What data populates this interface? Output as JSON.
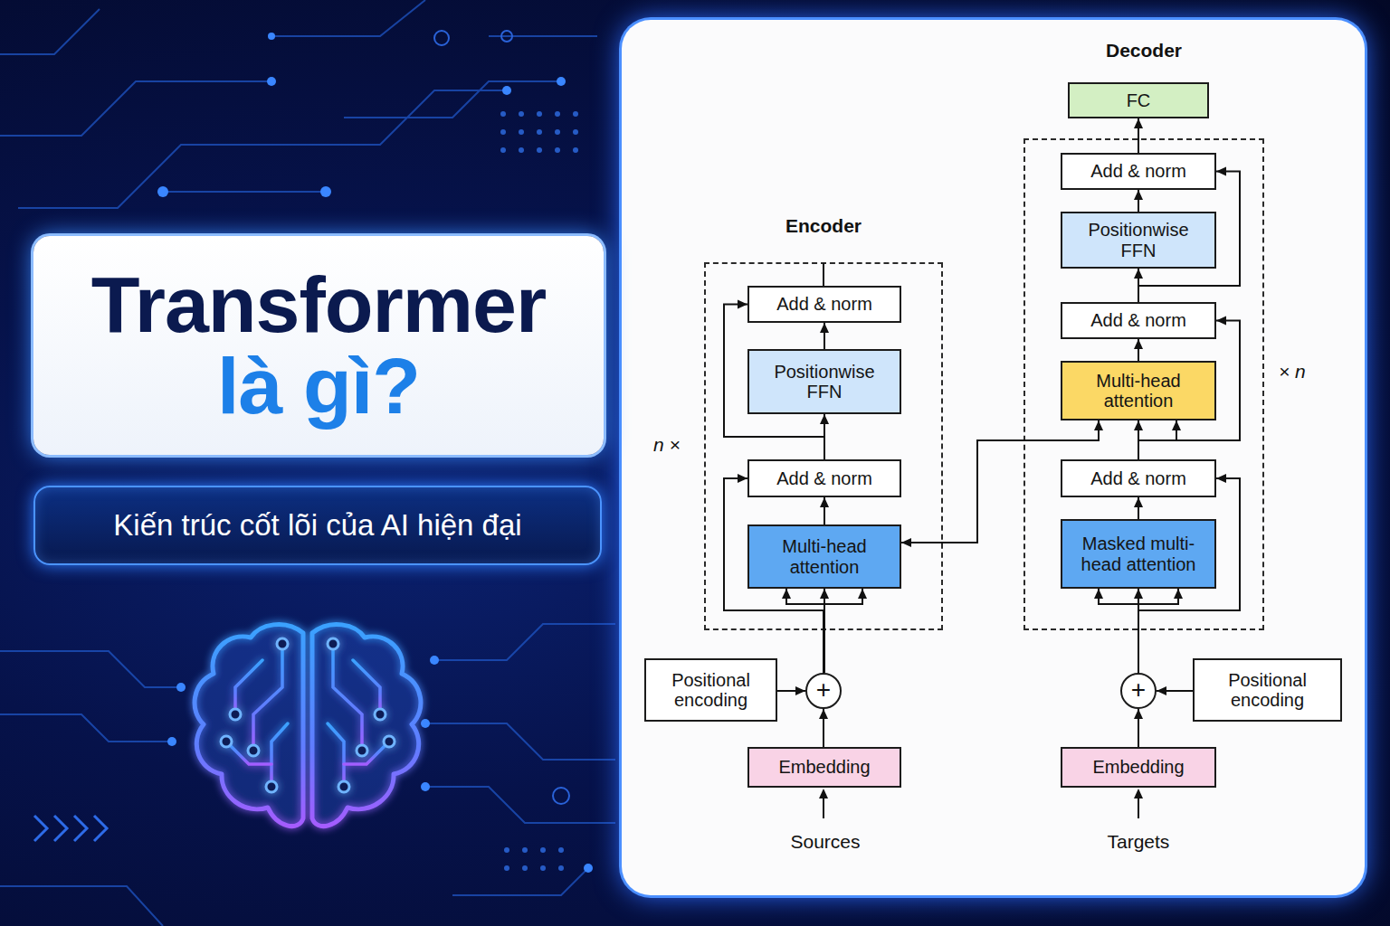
{
  "diagram": {
    "nodes": [
      {
        "text": [
          "Transformer",
          "là gì?"
        ]
      },
      {
        "text": [
          "Kiến trúc cốt lõi của AI hiện đại"
        ]
      },
      {
        "text": [
          "Encoder"
        ]
      },
      {
        "text": [
          "Add & norm"
        ],
        "in": 2
      },
      {
        "text": [
          "Positionwise FFN"
        ],
        "in": 2
      },
      {
        "text": [
          "Add & norm"
        ],
        "in": 2
      },
      {
        "text": [
          "Multi-head attention"
        ],
        "in": 2
      },
      {
        "text": [
          "Positional encoding"
        ]
      },
      {
        "text": [
          "+"
        ]
      },
      {
        "text": [
          "Embedding"
        ]
      },
      {
        "text": [
          "Decoder"
        ]
      },
      {
        "text": [
          "FC"
        ]
      },
      {
        "text": [
          "Add & norm"
        ],
        "in": 10
      },
      {
        "text": [
          "Positionwise FFN"
        ],
        "in": 10
      },
      {
        "text": [
          "Add & norm"
        ],
        "in": 10
      },
      {
        "text": [
          "Multi-head attention"
        ],
        "in": 10
      },
      {
        "text": [
          "Add & norm"
        ],
        "in": 10
      },
      {
        "text": [
          "Masked multi-head attention"
        ],
        "in": 10
      },
      {
        "text": [
          "+"
        ]
      },
      {
        "text": [
          "Positional encoding"
        ]
      },
      {
        "text": [
          "Embedding"
        ]
      }
    ],
    "edges": [
      {
        "from": 9,
        "to": 8,
        "arrow": "to"
      },
      {
        "from": 7,
        "to": 8,
        "arrow": "to"
      },
      {
        "from": 8,
        "to": 6,
        "arrow": "to"
      },
      {
        "from": 8,
        "to": 5,
        "arrow": "to"
      },
      {
        "from": 6,
        "to": 5,
        "arrow": "to"
      },
      {
        "from": 5,
        "to": 4,
        "arrow": "to"
      },
      {
        "from": 5,
        "to": 3,
        "arrow": "to"
      },
      {
        "from": 4,
        "to": 3,
        "arrow": "to"
      },
      {
        "from": 20,
        "to": 18,
        "arrow": "to"
      },
      {
        "from": 19,
        "to": 18,
        "arrow": "to"
      },
      {
        "from": 18,
        "to": 17,
        "arrow": "to"
      },
      {
        "from": 18,
        "to": 16,
        "arrow": "to"
      },
      {
        "from": 17,
        "to": 16,
        "arrow": "to"
      },
      {
        "from": 16,
        "to": 15,
        "arrow": "to"
      },
      {
        "from": 16,
        "to": 14,
        "arrow": "to"
      },
      {
        "from": 15,
        "to": 14,
        "arrow": "to"
      },
      {
        "from": 14,
        "to": 13,
        "arrow": "to"
      },
      {
        "from": 14,
        "to": 12,
        "arrow": "to"
      },
      {
        "from": 13,
        "to": 12,
        "arrow": "to"
      },
      {
        "from": 12,
        "to": 11,
        "arrow": "to"
      },
      {
        "from": 6,
        "to": 15,
        "arrow": "both"
      }
    ],
    "labels": [
      "n ×",
      "× n",
      "Sources",
      "Targets"
    ]
  }
}
